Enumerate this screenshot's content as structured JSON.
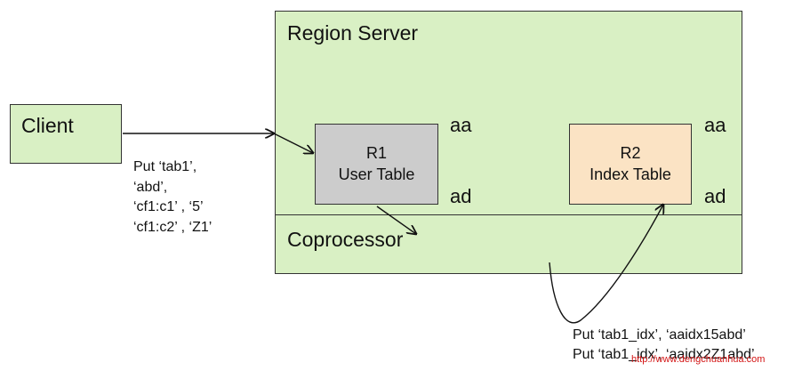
{
  "region_server": {
    "title": "Region Server"
  },
  "coprocessor": {
    "label": "Coprocessor"
  },
  "client": {
    "label": "Client"
  },
  "r1": {
    "name": "R1",
    "subtitle": "User Table",
    "key_start": "aa",
    "key_end": "ad"
  },
  "r2": {
    "name": "R2",
    "subtitle": "Index Table",
    "key_start": "aa",
    "key_end": "ad"
  },
  "client_put": [
    "Put ‘tab1’,",
    "‘abd’,",
    "‘cf1:c1’ , ‘5’",
    "‘cf1:c2’ , ‘Z1’"
  ],
  "index_put": [
    "Put ‘tab1_idx’, ‘aaidx15abd’",
    "Put ‘tab1_idx’, ‘aaidx2Z1abd’"
  ],
  "watermark": "http://www.dengchuanhua.com",
  "colors": {
    "box_fill": "#d9f0c4",
    "r1_fill": "#cccccc",
    "r2_fill": "#fbe3c4",
    "watermark": "#d31414"
  }
}
